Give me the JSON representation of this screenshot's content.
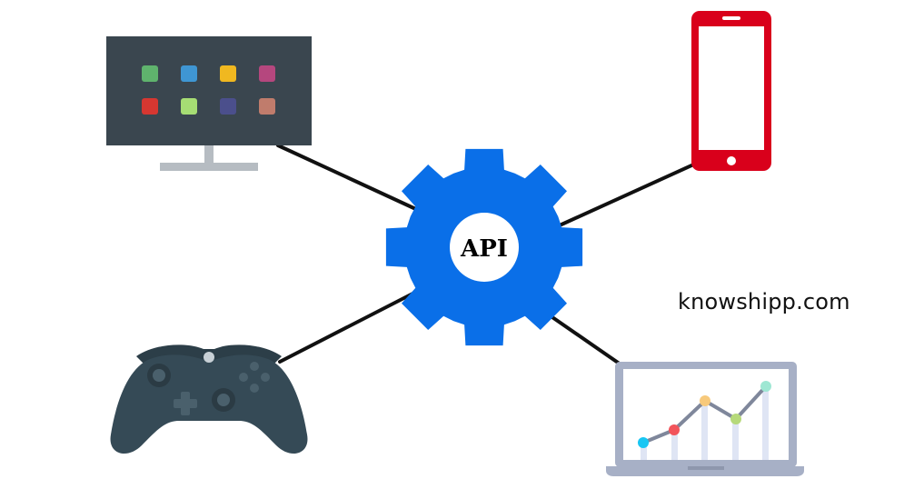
{
  "center": {
    "label": "API",
    "icon": "gear-icon",
    "color": "#0a6fe8"
  },
  "devices": [
    {
      "name": "monitor",
      "icon": "monitor-icon"
    },
    {
      "name": "smartphone",
      "icon": "smartphone-icon"
    },
    {
      "name": "game-controller",
      "icon": "gamepad-icon"
    },
    {
      "name": "laptop",
      "icon": "laptop-chart-icon"
    }
  ],
  "watermark": "knowshipp.com",
  "colors": {
    "connector": "#111111",
    "monitor_body": "#3a464f",
    "monitor_stand": "#b6bcc2",
    "phone": "#d9001b",
    "gamepad": "#354a56",
    "laptop_frame": "#a7b0c6",
    "app_tiles": [
      "#5fb36d",
      "#3f96d3",
      "#f0b820",
      "#b5477e",
      "#d63731",
      "#a6dd74",
      "#4b4f8c",
      "#c07c6c"
    ],
    "chart_points": [
      "#18c6f3",
      "#f2545b",
      "#f7c97b",
      "#b6d97a",
      "#9ee7d3"
    ]
  }
}
